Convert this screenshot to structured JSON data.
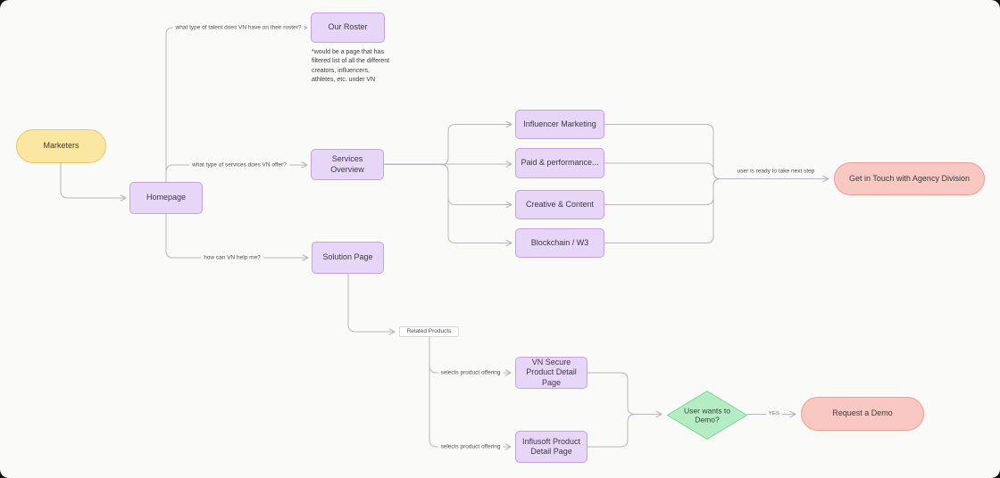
{
  "colors": {
    "canvas-bg": "#FAFAF8",
    "line-color": "#b5b9bd",
    "purple-fill": "#E7D6F8",
    "purple-border": "#C6A0E1",
    "yellow-fill": "#FBE7A1",
    "yellow-border": "#E5C66F",
    "pink-fill": "#F9C8C2",
    "pink-border": "#EE9D94",
    "green-fill": "#B4EDC4",
    "green-border": "#74D695",
    "chip-fill": "#FFFFFF",
    "chip-border": "#d8d8d8"
  },
  "nodes": {
    "marketers": {
      "label": "Marketers",
      "type": "start-pill"
    },
    "homepage": {
      "label": "Homepage",
      "type": "page"
    },
    "our_roster": {
      "label": "Our Roster",
      "type": "page"
    },
    "services_overview": {
      "label": "Services Overview",
      "type": "page"
    },
    "influencer_marketing": {
      "label": "Influencer Marketing",
      "type": "page"
    },
    "paid_performance": {
      "label": "Paid & performance...",
      "type": "page"
    },
    "creative_content": {
      "label": "Creative & Content",
      "type": "page"
    },
    "blockchain_w3": {
      "label": "Blockchain / W3",
      "type": "page"
    },
    "get_in_touch": {
      "label": "Get in Touch with Agency Division",
      "type": "end-pill"
    },
    "solution_page": {
      "label": "Solution Page",
      "type": "page"
    },
    "related_products": {
      "label": "Related Products",
      "type": "chip"
    },
    "vn_secure": {
      "label": "VN Secure Product Detail Page",
      "type": "page"
    },
    "influsoft": {
      "label": "Influsoft Product Detail Page",
      "type": "page"
    },
    "user_wants_demo": {
      "label": "User wants to Demo?",
      "type": "decision"
    },
    "request_demo": {
      "label": "Request a Demo",
      "type": "end-pill"
    }
  },
  "edge_labels": {
    "talent_q": "what type of talent does VN have on their roster?",
    "services_q": "what type of services does VN offer?",
    "help_q": "how can VN help me?",
    "next_step": "user is ready to take next step",
    "selects_1": "selects product offering",
    "selects_2": "selects product offering",
    "yes": "YES"
  },
  "note": "*would be a page that has\nfiltered list of all the different\ncreators, influencers,\nathletes, etc. under VN"
}
